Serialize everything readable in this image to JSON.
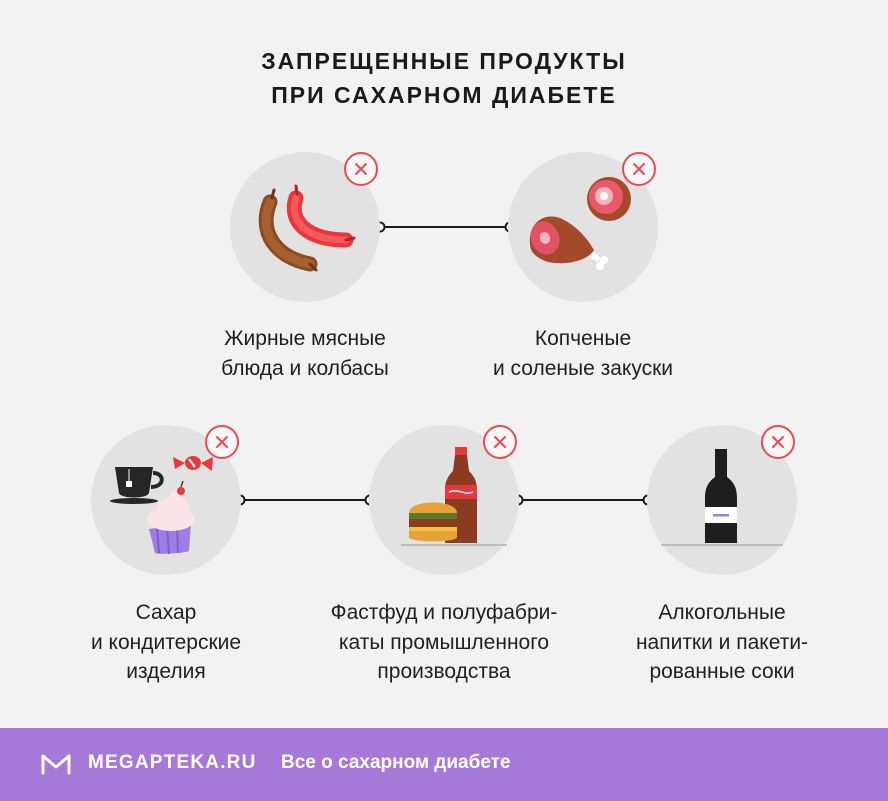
{
  "header": {
    "title_line1": "ЗАПРЕЩЕННЫЕ ПРОДУКТЫ",
    "title_line2": "ПРИ САХАРНОМ ДИАБЕТЕ"
  },
  "items": [
    {
      "icon": "sausage-icon",
      "label_lines": [
        "Жирные мясные",
        "блюда и колбасы"
      ]
    },
    {
      "icon": "ham-icon",
      "label_lines": [
        "Копченые",
        "и соленые закуски"
      ]
    },
    {
      "icon": "sweets-icon",
      "label_lines": [
        "Сахар",
        "и кондитерские",
        "изделия"
      ]
    },
    {
      "icon": "fastfood-icon",
      "label_lines": [
        "Фастфуд и полуфабри-",
        "каты промышленного",
        "производства"
      ]
    },
    {
      "icon": "bottle-icon",
      "label_lines": [
        "Алкогольные",
        "напитки и пакети-",
        "рованные соки"
      ]
    }
  ],
  "footer": {
    "logo_icon": "megapteka-m-icon",
    "brand": "MEGAPTEKA.RU",
    "tagline": "Все о сахарном диабете"
  },
  "colors": {
    "background": "#f2f2f2",
    "circle": "#e2e2e2",
    "forbidden_mark": "#e94a52",
    "footer": "#a678d8"
  }
}
